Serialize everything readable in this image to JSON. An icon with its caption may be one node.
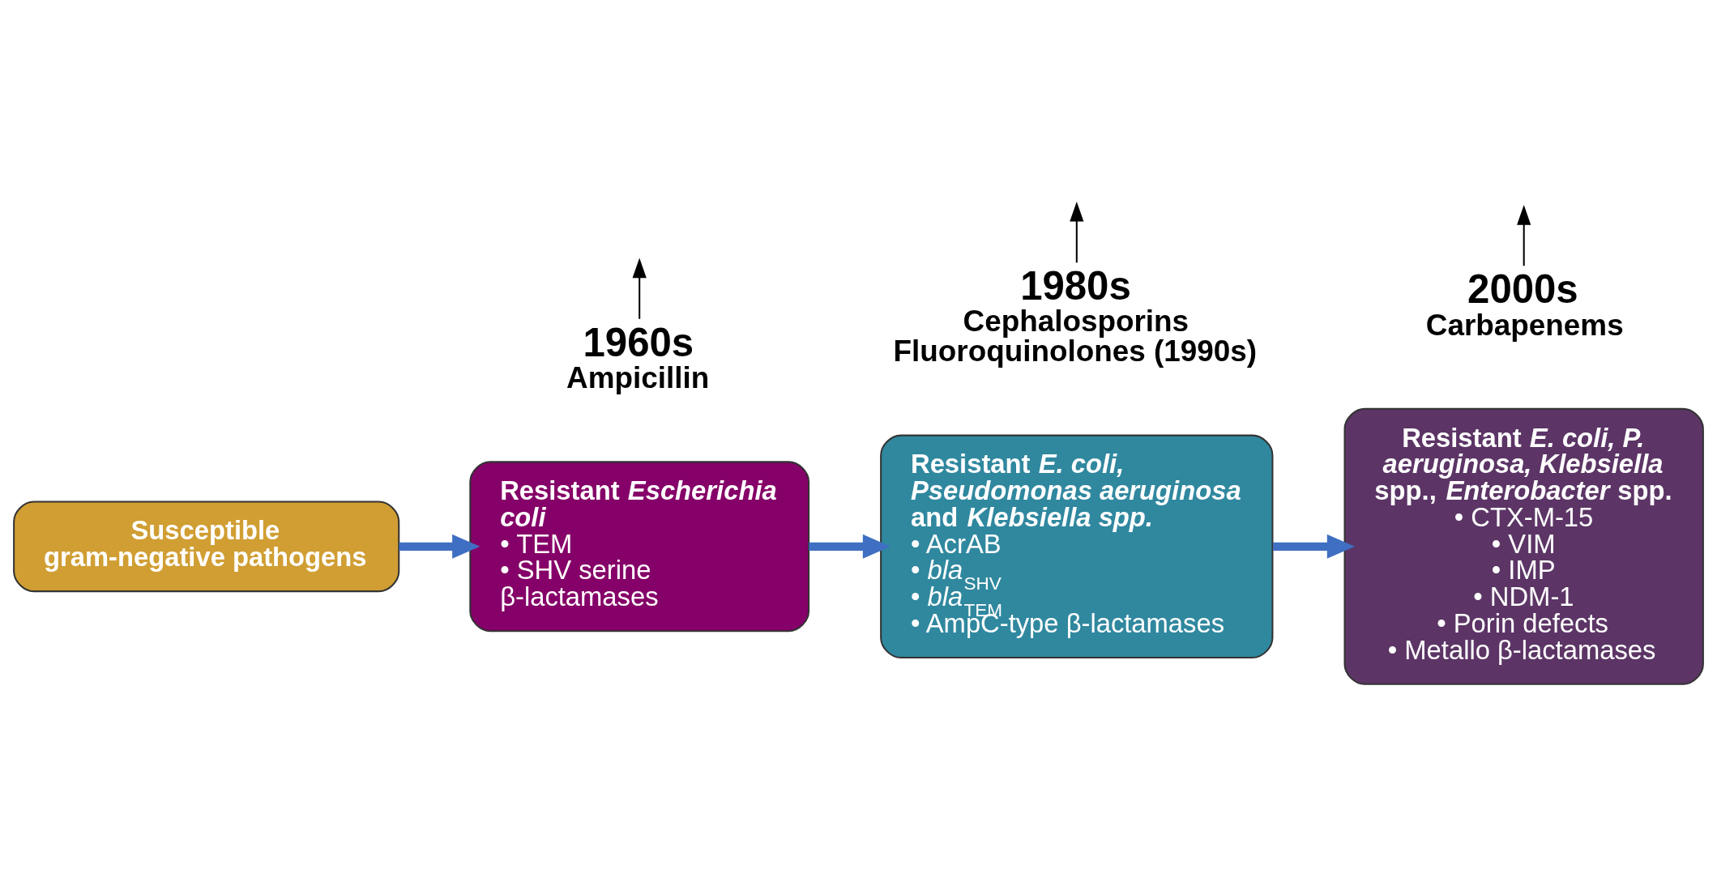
{
  "diagram": {
    "nodes": [
      {
        "text": [
          "Susceptible gram-negative pathogens"
        ]
      },
      {
        "text": [
          "Resistant *Escherichia coli*",
          "• TEM",
          "• SHV serine β-lactamases"
        ]
      },
      {
        "text": [
          "Resistant *E. coli, Pseudomonas aeruginosa* and *Klebsiella spp.*",
          "• AcrAB",
          "• *bla*$_{SHV}$",
          "• *bla*$_{TEM}$",
          "• AmpC-type β-lactamases"
        ]
      },
      {
        "text": [
          "Resistant *E. coli, P. aeruginosa, Klebsiella* spp., *Enterobacter* spp.",
          "• CTX-M-15",
          "• VIM",
          "• IMP",
          "• NDM-1",
          "• Porin defects",
          "• Metallo β-lactamases"
        ]
      },
      {
        "text": [
          "1960s",
          "Ampicillin"
        ]
      },
      {
        "text": [
          "1980s",
          "Cephalosporins",
          "Fluoroquinolones (1990s)"
        ]
      },
      {
        "text": [
          "2000s",
          "Carbapenems"
        ]
      }
    ],
    "edges": [
      {
        "from": 0,
        "to": 1,
        "arrow": "to",
        "style": "thick",
        "color": "#3f6fc2"
      },
      {
        "from": 1,
        "to": 2,
        "arrow": "to",
        "style": "thick",
        "color": "#3f6fc2"
      },
      {
        "from": 2,
        "to": 3,
        "arrow": "to",
        "style": "thick",
        "color": "#3f6fc2"
      },
      {
        "from": 4,
        "to": null,
        "arrow": "to",
        "color": "#000000"
      },
      {
        "from": 5,
        "to": null,
        "arrow": "to",
        "color": "#000000"
      },
      {
        "from": 6,
        "to": null,
        "arrow": "to",
        "color": "#000000"
      }
    ]
  }
}
